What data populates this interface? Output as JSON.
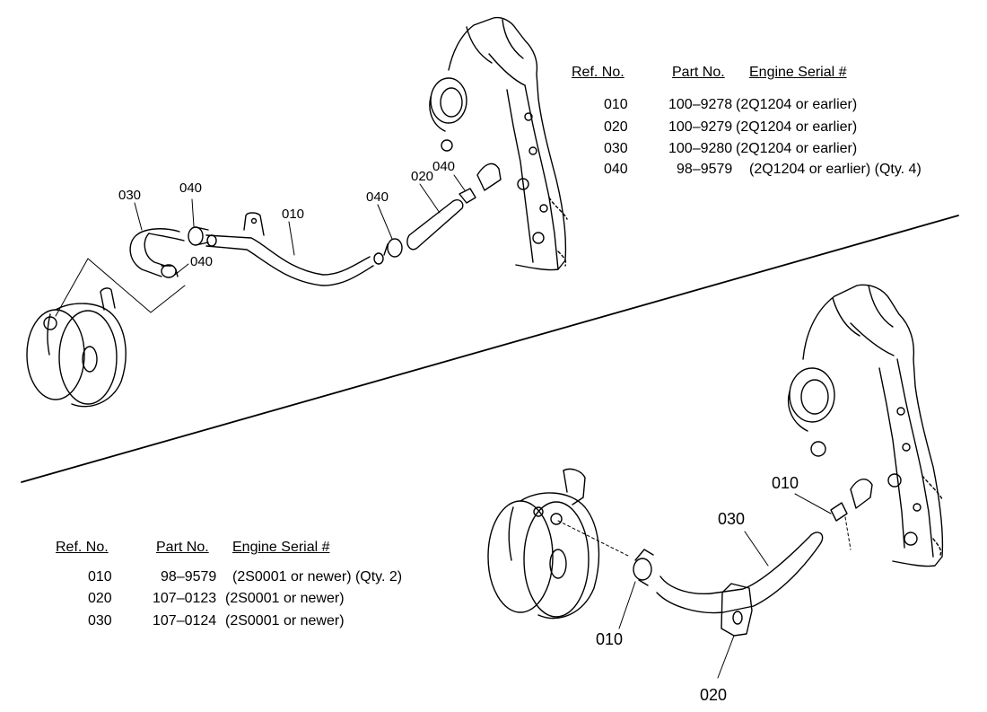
{
  "top_table": {
    "headers": {
      "ref": "Ref. No.",
      "part": "Part No.",
      "serial": "Engine Serial #"
    },
    "rows": [
      {
        "ref": "010",
        "part": "100–9278",
        "desc": "(2Q1204 or earlier)"
      },
      {
        "ref": "020",
        "part": "100–9279",
        "desc": "(2Q1204 or earlier)"
      },
      {
        "ref": "030",
        "part": "100–9280",
        "desc": "(2Q1204 or earlier)"
      },
      {
        "ref": "040",
        "part": "98–9579",
        "desc": "(2Q1204 or earlier) (Qty. 4)"
      }
    ]
  },
  "bottom_table": {
    "headers": {
      "ref": "Ref. No.",
      "part": "Part No.",
      "serial": "Engine Serial #"
    },
    "rows": [
      {
        "ref": "010",
        "part": "98–9579",
        "desc": "(2S0001 or newer) (Qty. 2)"
      },
      {
        "ref": "020",
        "part": "107–0123",
        "desc": "(2S0001 or newer)"
      },
      {
        "ref": "030",
        "part": "107–0124",
        "desc": "(2S0001 or newer)"
      }
    ]
  },
  "top_callouts": {
    "c030": "030",
    "c040a": "040",
    "c040b": "040",
    "c010": "010",
    "c040c": "040",
    "c020": "020",
    "c040d": "040"
  },
  "bottom_callouts": {
    "c010a": "010",
    "c030": "030",
    "c010b": "010",
    "c020": "020"
  }
}
